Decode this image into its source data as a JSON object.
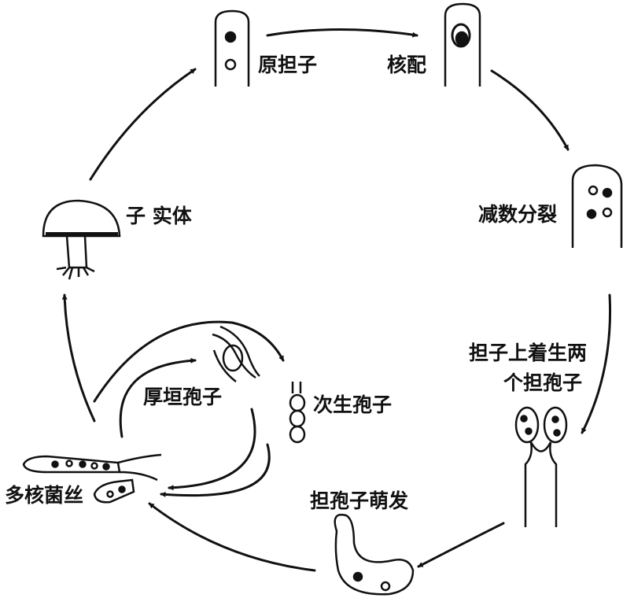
{
  "labels": {
    "probasidium": "原担子",
    "karyogamy": "核配",
    "meiosis": "减数分裂",
    "basidiospores_line1": "担子上着生两",
    "basidiospores_line2": "个担孢子",
    "germination": "担孢子萌发",
    "mycelium": "多核菌丝",
    "fruiting_body": "子 实体",
    "chlamydospore": "厚垣孢子",
    "secondary_spore": "次生孢子"
  },
  "colors": {
    "ink": "#111111",
    "background": "#ffffff"
  }
}
